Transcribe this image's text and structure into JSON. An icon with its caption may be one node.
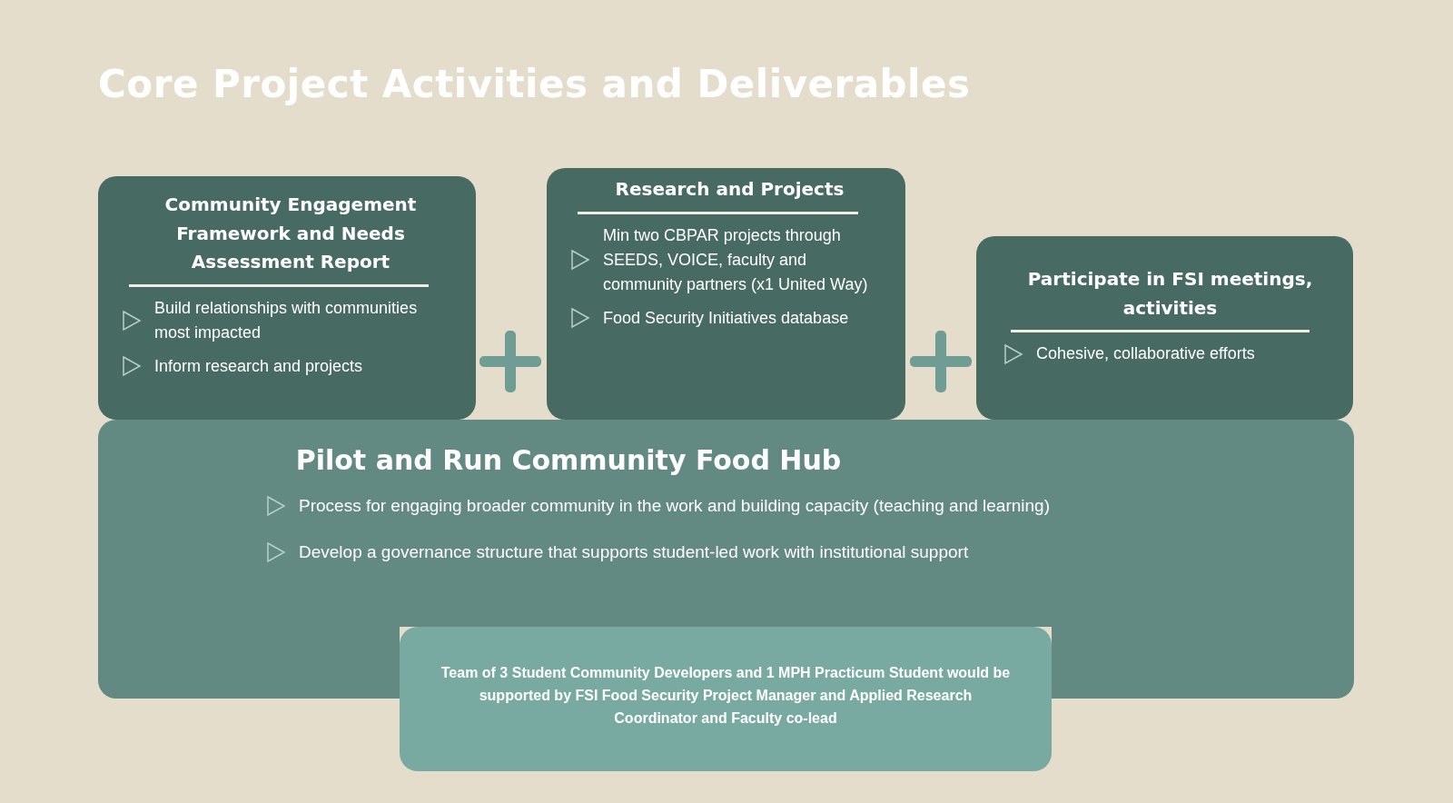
{
  "diagram": {
    "title": "Core Project Activities and Deliverables",
    "nodes": [
      {
        "text": [
          "Community Engagement Framework and Needs Assessment Report",
          "Build relationships with communities most impacted",
          "Inform research and projects"
        ]
      },
      {
        "text": [
          "Research and Projects",
          "Min two CBPAR projects through SEEDS, VOICE, faculty and community partners (x1 United Way)",
          "Food Security Initiatives database"
        ]
      },
      {
        "text": [
          "Participate in FSI meetings, activities",
          "Cohesive, collaborative efforts"
        ]
      },
      {
        "text": [
          "Pilot and Run Community Food Hub",
          "Process for engaging broader community in the work and building capacity (teaching and learning)",
          "Develop a governance structure that supports student-led work with institutional support"
        ]
      },
      {
        "text": [
          "Team of 3 Student Community Developers and 1 MPH Practicum Student would be supported by FSI Food Security Project Manager and Applied Research Coordinator and Faculty co-lead"
        ]
      }
    ]
  }
}
